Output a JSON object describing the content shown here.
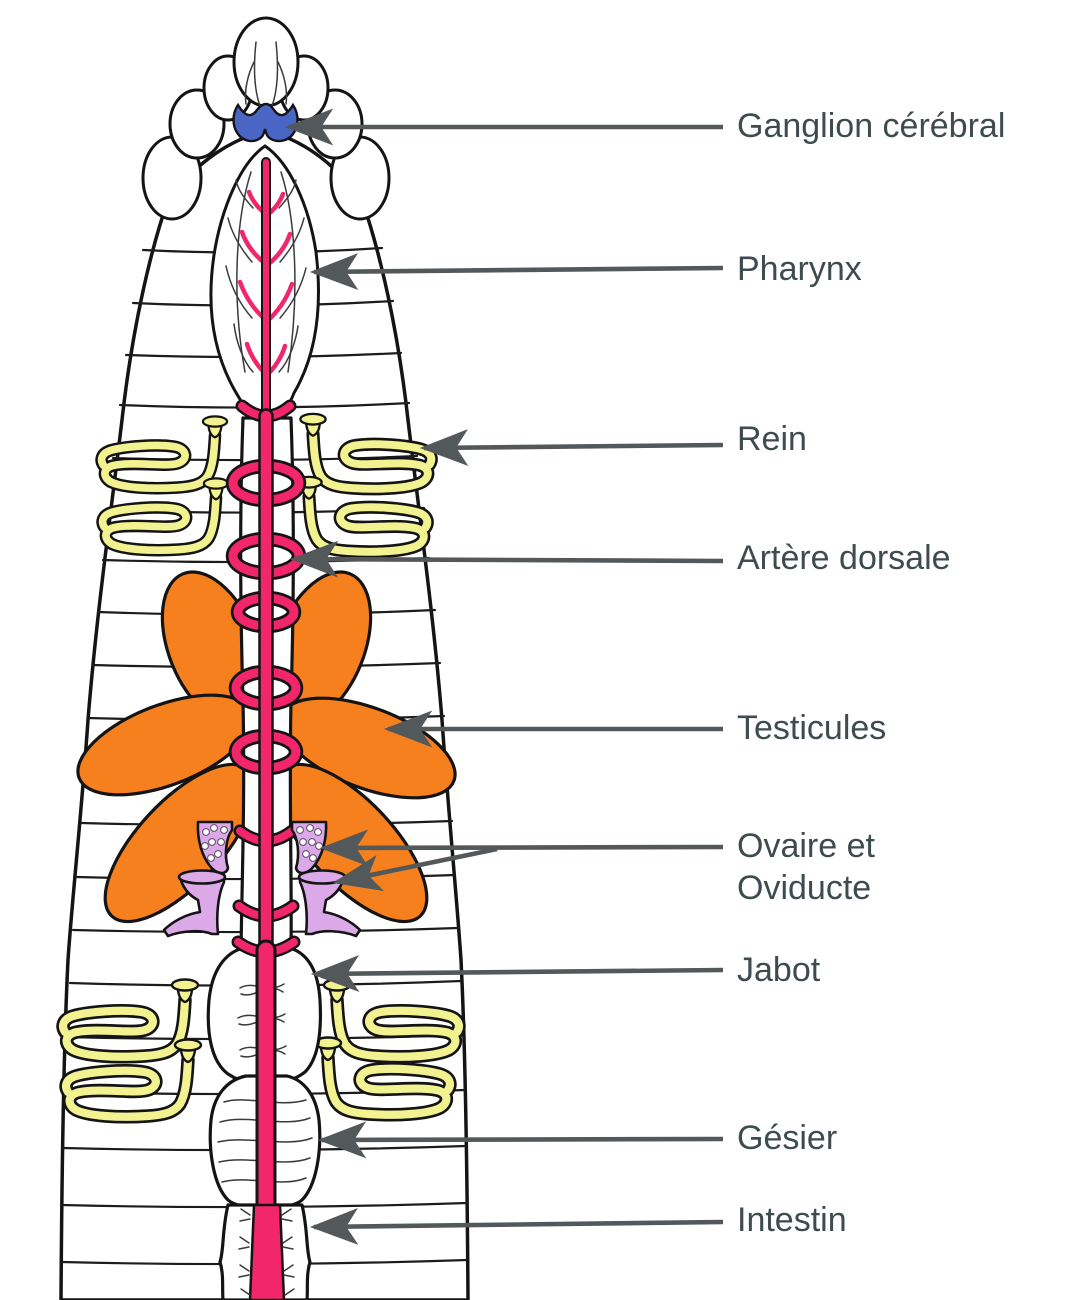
{
  "figure": {
    "type": "anatomical-diagram",
    "language": "fr"
  },
  "callouts": [
    {
      "id": "ganglion-cerebral",
      "label": "Ganglion cérébral"
    },
    {
      "id": "pharynx",
      "label": "Pharynx"
    },
    {
      "id": "rein",
      "label": "Rein"
    },
    {
      "id": "artere-dorsale",
      "label": "Artère dorsale"
    },
    {
      "id": "testicules",
      "label": "Testicules"
    },
    {
      "id": "ovaire-oviducte",
      "label": "Ovaire et",
      "label2": "Oviducte"
    },
    {
      "id": "jabot",
      "label": "Jabot"
    },
    {
      "id": "gesier",
      "label": "Gésier"
    },
    {
      "id": "intestin",
      "label": "Intestin"
    }
  ],
  "colors": {
    "ink": "#141414",
    "pink": "#F1266B",
    "orange": "#F6801E",
    "yellow": "#F3F290",
    "purple": "#DCA9E8",
    "blue": "#4A66C4",
    "arrow": "#53585B",
    "label": "#3E4B4F",
    "bg": "#FFFFFF"
  }
}
